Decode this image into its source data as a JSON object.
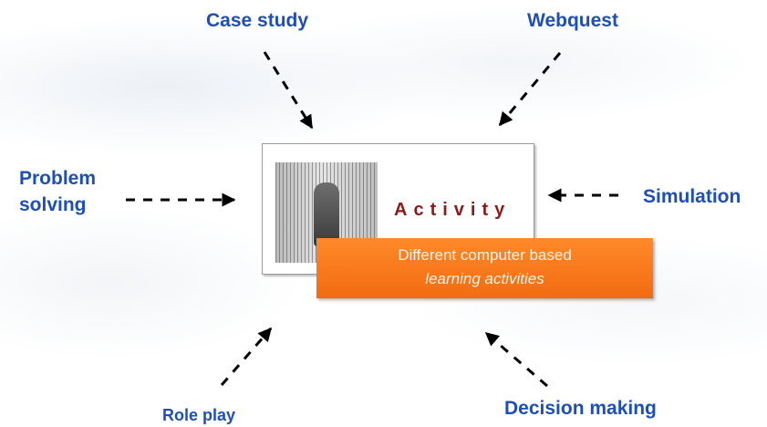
{
  "labels": {
    "case_study": "Case study",
    "webquest": "Webquest",
    "problem_solving_line1": "Problem",
    "problem_solving_line2": "solving",
    "simulation": "Simulation",
    "role_play": "Role play",
    "decision_making": "Decision making"
  },
  "card": {
    "title": "Activity",
    "banner_line1": "Different computer based",
    "banner_line2": "learning activities"
  },
  "colors": {
    "label": "#1f4fb4",
    "banner": "#f26b10",
    "card_title": "#8b1a1a",
    "arrow": "#000000"
  }
}
